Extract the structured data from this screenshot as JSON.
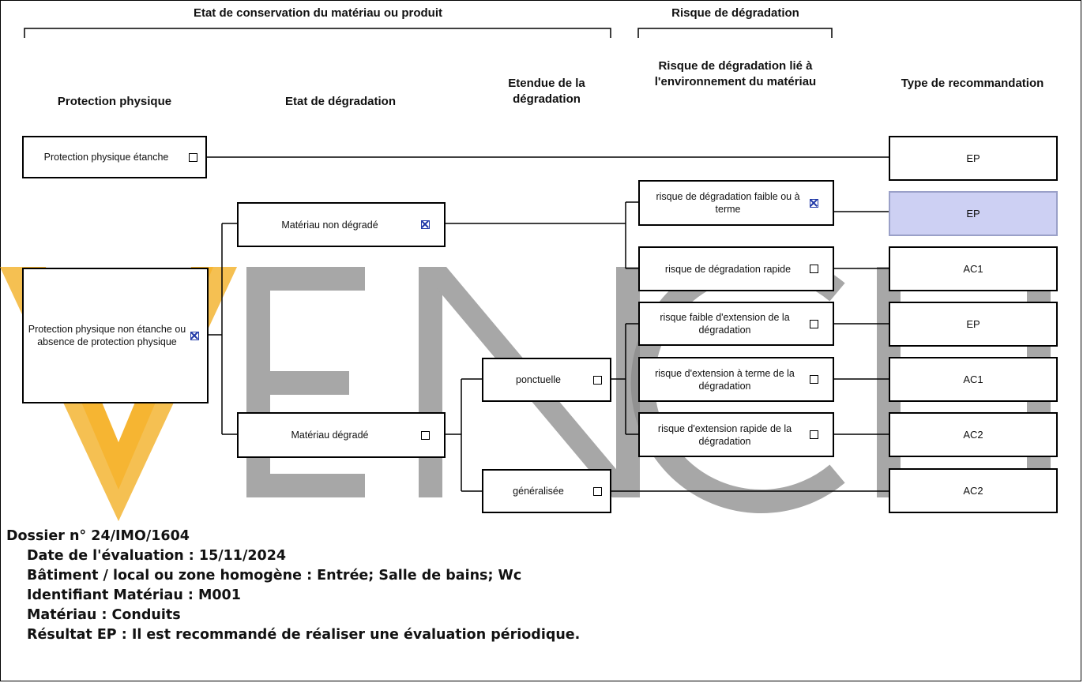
{
  "groups": {
    "conservation": "Etat de conservation du matériau ou produit",
    "risque": "Risque de dégradation"
  },
  "headers": {
    "protection": "Protection physique",
    "etat": "Etat de dégradation",
    "etendue": "Etendue de la dégradation",
    "risque_env": "Risque de dégradation lié à l'environnement du matériau",
    "type": "Type de recommandation"
  },
  "boxes": {
    "prot_etanche": {
      "label": "Protection physique étanche",
      "checked": false
    },
    "prot_non_etanche": {
      "label": "Protection physique non étanche ou absence de protection physique",
      "checked": true
    },
    "non_degrade": {
      "label": "Matériau non dégradé",
      "checked": true
    },
    "degrade": {
      "label": "Matériau dégradé",
      "checked": false
    },
    "ponctuelle": {
      "label": "ponctuelle",
      "checked": false
    },
    "generalisee": {
      "label": "généralisée",
      "checked": false
    },
    "risque_faible_terme": {
      "label": "risque de dégradation faible ou à terme",
      "checked": true
    },
    "risque_rapide": {
      "label": "risque de dégradation rapide",
      "checked": false
    },
    "ext_faible": {
      "label": "risque faible d'extension de la dégradation",
      "checked": false
    },
    "ext_terme": {
      "label": "risque d'extension à terme de la dégradation",
      "checked": false
    },
    "ext_rapide": {
      "label": "risque d'extension rapide de la dégradation",
      "checked": false
    }
  },
  "recommendations": [
    "EP",
    "EP",
    "AC1",
    "EP",
    "AC1",
    "AC2",
    "AC2"
  ],
  "highlight_color": "#cdd0f3",
  "check_color": "#223aa8",
  "watermark": {
    "text": "VENCH",
    "colors": [
      "#f5a300",
      "#8a8a8a"
    ]
  },
  "info": {
    "dossier": "Dossier n° 24/IMO/1604",
    "date": "Date de l'évaluation : 15/11/2024",
    "batiment": "Bâtiment / local ou zone homogène : Entrée; Salle de bains; Wc",
    "identifiant": "Identifiant Matériau : M001",
    "materiau": "Matériau : Conduits",
    "resultat": "Résultat EP : Il est recommandé de réaliser une évaluation périodique."
  }
}
